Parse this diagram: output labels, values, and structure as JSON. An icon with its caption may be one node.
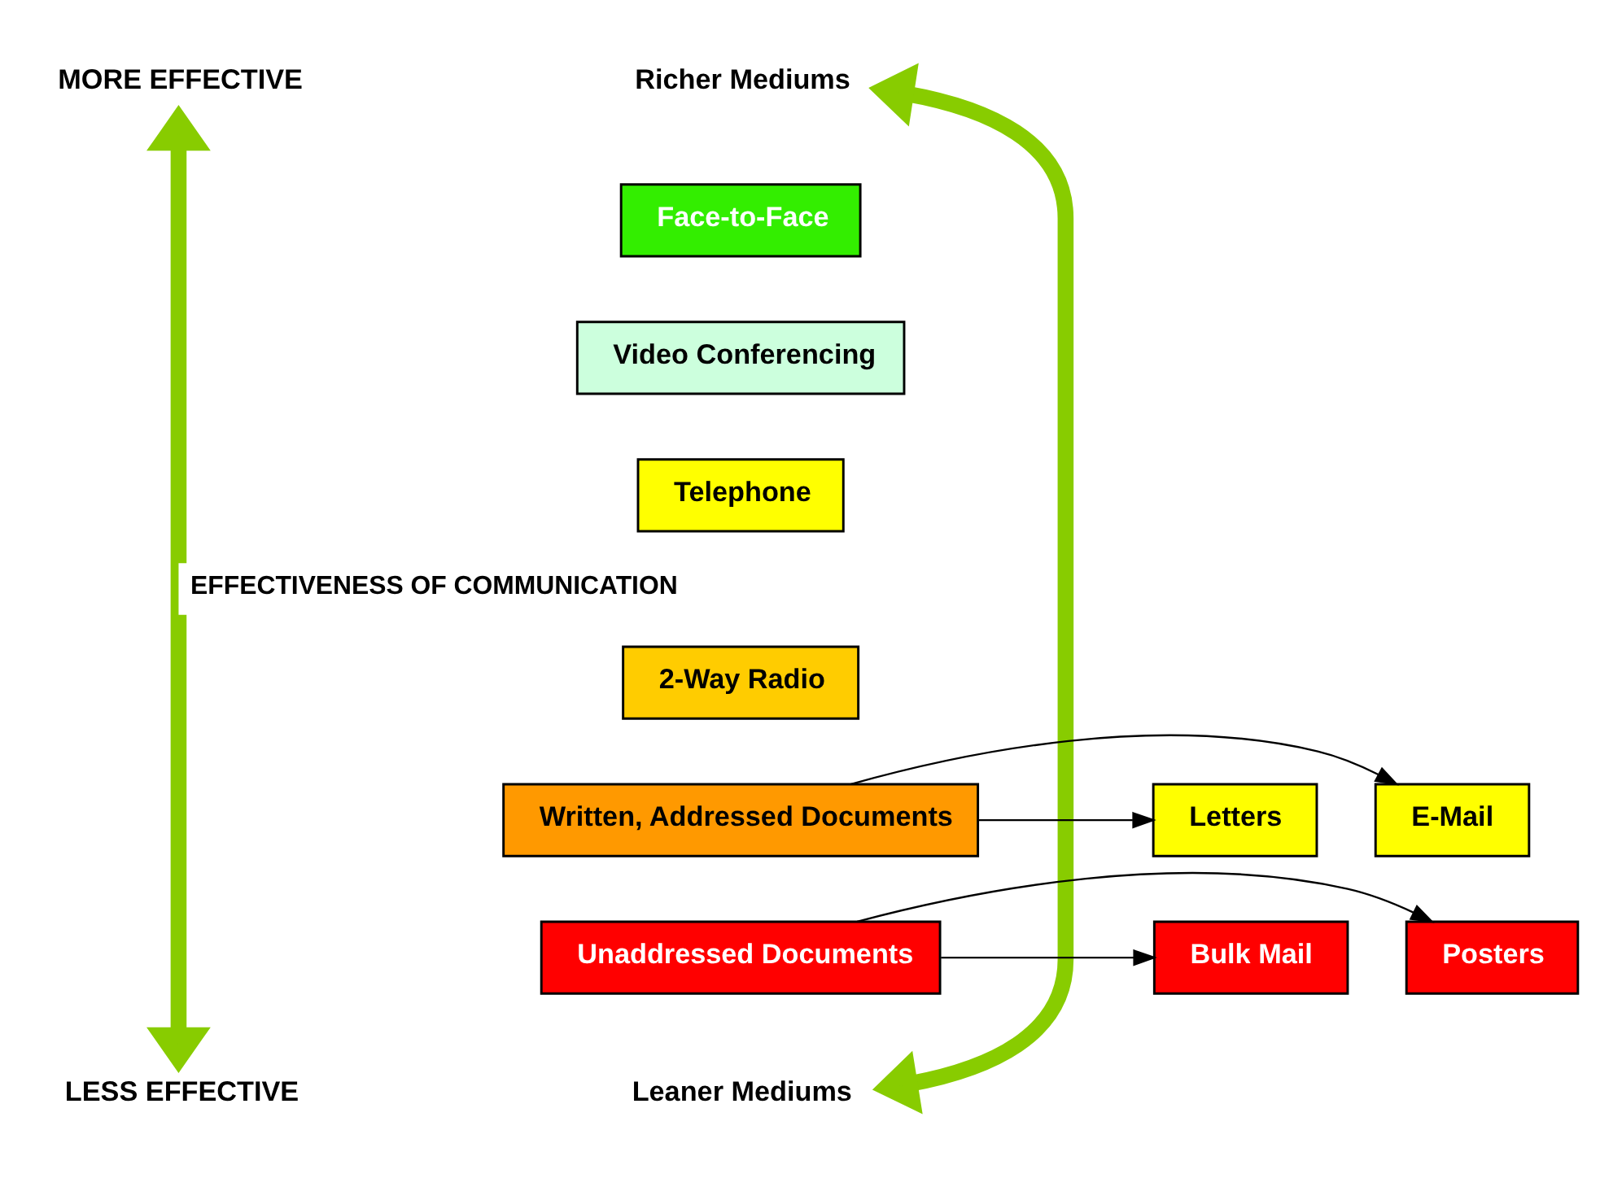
{
  "diagram": {
    "nodes": [
      {
        "text": [
          "MORE EFFECTIVE"
        ]
      },
      {
        "text": [
          "LESS EFFECTIVE"
        ]
      },
      {
        "text": [
          "Richer Mediums"
        ]
      },
      {
        "text": [
          "Face-to-Face"
        ]
      },
      {
        "text": [
          "Video Conferencing"
        ]
      },
      {
        "text": [
          "Telephone"
        ]
      },
      {
        "text": [
          "2-Way Radio"
        ]
      },
      {
        "text": [
          "Written, Addressed Documents"
        ]
      },
      {
        "text": [
          "Unaddressed Documents"
        ]
      },
      {
        "text": [
          "Leaner Mediums"
        ]
      },
      {
        "text": [
          "Letters"
        ]
      },
      {
        "text": [
          "E-Mail"
        ]
      },
      {
        "text": [
          "Bulk Mail"
        ]
      },
      {
        "text": [
          "Posters"
        ]
      }
    ],
    "edges": [
      {
        "from": 0,
        "to": 1,
        "arrow": "both",
        "label": "EFFECTIVENESS OF COMMUNICATION",
        "style": "thick",
        "color": "#88cc00"
      },
      {
        "from": 2,
        "to": 9,
        "arrow": "both",
        "style": "thick",
        "color": "#88cc00"
      },
      {
        "from": 7,
        "to": 10,
        "arrow": "to"
      },
      {
        "from": 7,
        "to": 11,
        "arrow": "to"
      },
      {
        "from": 8,
        "to": 12,
        "arrow": "to"
      },
      {
        "from": 8,
        "to": 13,
        "arrow": "to"
      }
    ]
  }
}
